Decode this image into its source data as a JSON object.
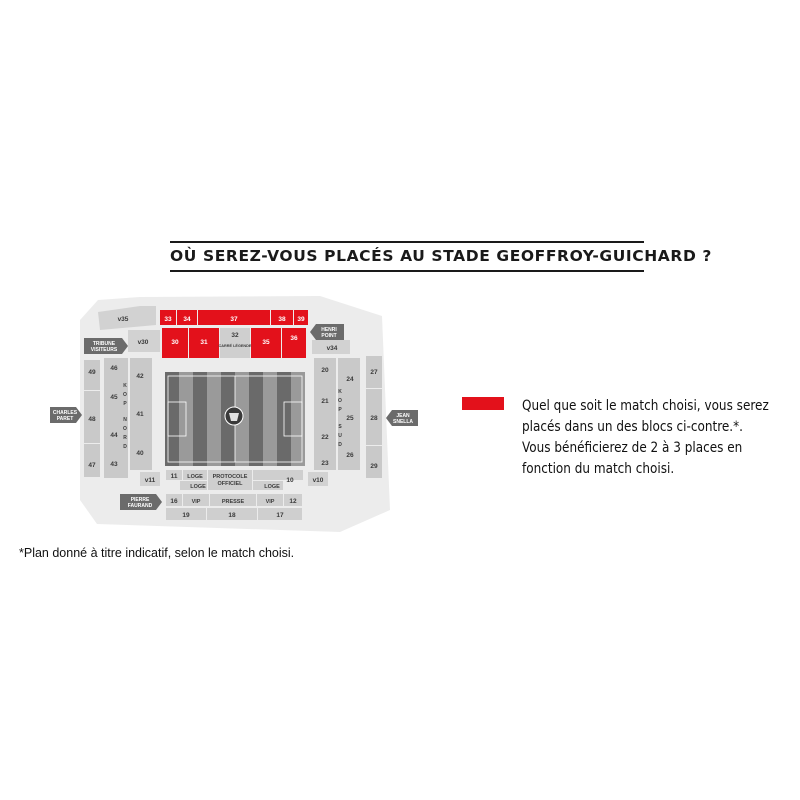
{
  "title": "OÙ SEREZ-VOUS PLACÉS AU STADE GEOFFROY-GUICHARD ?",
  "colors": {
    "highlight": "#e3111b",
    "stand": "#c9c9c9",
    "pitch_dark": "#5f5f5f",
    "pitch_light": "#9a9a9a",
    "outline": "#e9e9e9",
    "label_bg": "#6b6b6b"
  },
  "map": {
    "blocks": {
      "b33": "33",
      "b34": "34",
      "b37": "37",
      "b38": "38",
      "b39": "39",
      "b30": "30",
      "b31": "31",
      "b32": "32",
      "carre": "CARRÉ LÉGENDE",
      "b35": "35",
      "b36": "36",
      "v35": "v35",
      "v30": "v30",
      "v34": "v34",
      "b49": "49",
      "b48": "48",
      "b47": "47",
      "b46": "46",
      "b45": "45",
      "b44": "44",
      "b43": "43",
      "b42": "42",
      "b41": "41",
      "b40": "40",
      "v11": "v11",
      "kop_nord": [
        "K",
        "O",
        "P",
        "N",
        "O",
        "R",
        "D"
      ],
      "b20": "20",
      "b21": "21",
      "b22": "22",
      "b23": "23",
      "b24": "24",
      "b25": "25",
      "b26": "26",
      "b27": "27",
      "b28": "28",
      "b29": "29",
      "v10": "v10",
      "kop_sud": [
        "K",
        "O",
        "P",
        "S",
        "U",
        "D"
      ],
      "b11": "11",
      "b10": "10",
      "loge1": "LOGE",
      "loge2": "LOGE",
      "loge3": "LOGE",
      "protocole": "PROTOCOLE",
      "officiel": "OFFICIEL",
      "b16": "16",
      "vip1": "VIP",
      "presse": "PRESSE",
      "vip2": "VIP",
      "b12": "12",
      "b19": "19",
      "b18": "18",
      "b17": "17"
    },
    "tags": {
      "tribune": "TRIBUNE",
      "visiteurs": "VISITEURS",
      "henri": "HENRI",
      "point": "POINT",
      "charles": "CHARLES",
      "paret": "PARET",
      "jean": "JEAN",
      "snella": "SNELLA",
      "pierre": "PIERRE",
      "faurand": "FAURAND"
    }
  },
  "legend": {
    "lines": [
      "Quel que soit le match choisi, vous serez",
      "placés dans un des blocs ci-contre.*.",
      "Vous bénéficierez de 2 à 3 places  en",
      "fonction du match choisi."
    ]
  },
  "footnote": "*Plan donné à titre indicatif, selon le match choisi."
}
